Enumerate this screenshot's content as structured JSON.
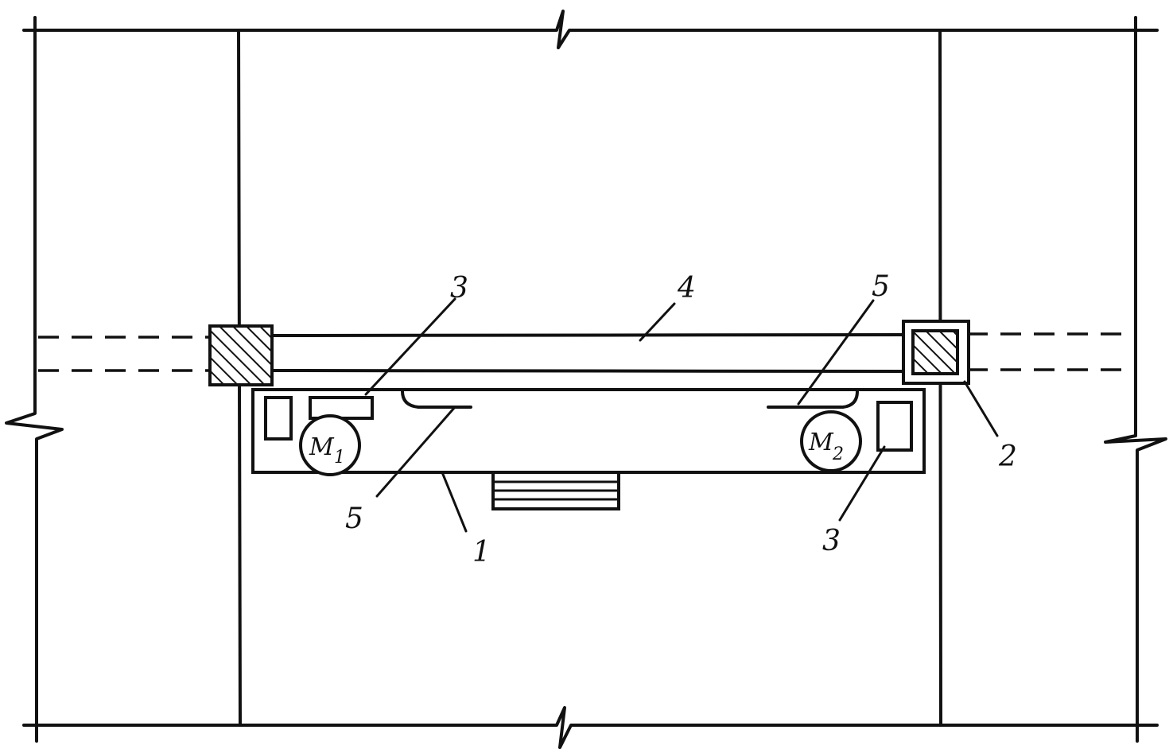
{
  "labels": {
    "callout_1": "1",
    "callout_2": "2",
    "callout_3_left": "3",
    "callout_3_right": "3",
    "callout_4": "4",
    "callout_5_left": "5",
    "callout_5_right": "5"
  },
  "motors": [
    {
      "letter": "M",
      "index": "1"
    },
    {
      "letter": "M",
      "index": "2"
    }
  ]
}
